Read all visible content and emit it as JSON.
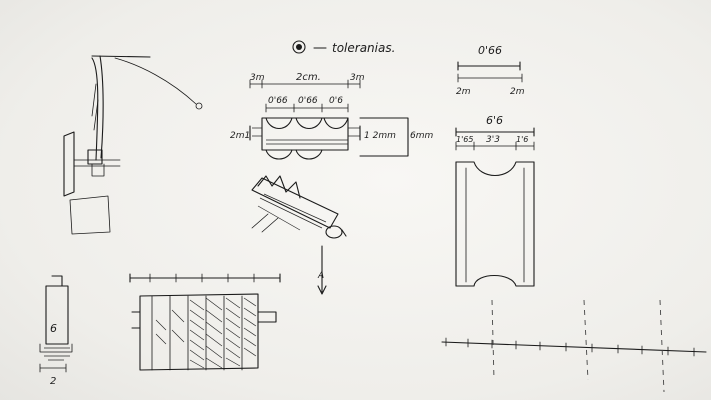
{
  "notes": {
    "tolerance_legend": "toleranias."
  },
  "comb_sketch": {
    "dim_top_left": "3m",
    "dim_top_total": "2cm.",
    "dim_top_right": "3m",
    "dim_seg_1": "0'66",
    "dim_seg_2": "0'66",
    "dim_seg_3": "0'6",
    "dim_left": "2m1",
    "dim_inner_height": "1 2mm",
    "dim_outer_height": "6mm",
    "arrow_label": "A"
  },
  "tooth_top": {
    "dim_width": "0'66",
    "dim_left": "2m",
    "dim_right": "2m"
  },
  "tooth_section": {
    "dim_total": "6'6",
    "dim_left": "1'65",
    "dim_mid": "3'3",
    "dim_right": "1'6"
  },
  "small_part": {
    "inner_label": "6",
    "bottom_label": "2"
  }
}
